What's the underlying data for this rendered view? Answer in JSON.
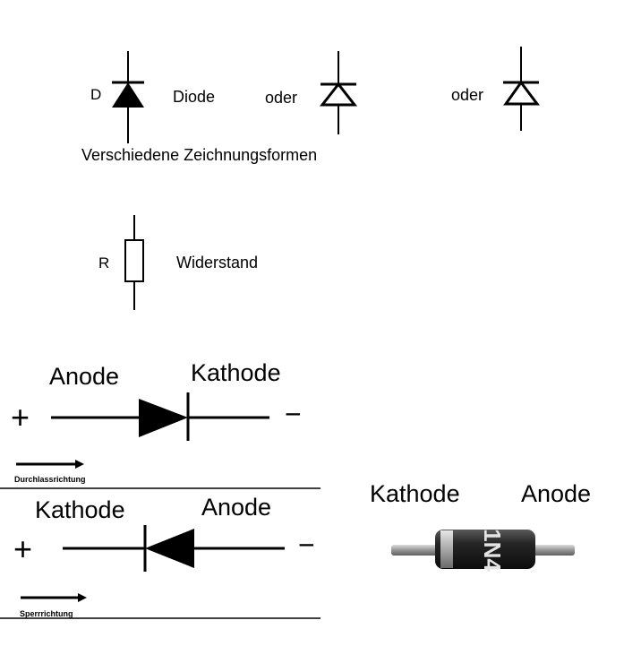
{
  "symbols": {
    "diode_ref": "D",
    "diode_label": "Diode",
    "or_1": "oder",
    "or_2": "oder",
    "forms_caption": "Verschiedene Zeichnungsformen",
    "resistor_ref": "R",
    "resistor_label": "Widerstand"
  },
  "forward": {
    "anode": "Anode",
    "cathode": "Kathode",
    "plus": "+",
    "minus": "−",
    "direction": "Durchlassrichtung"
  },
  "reverse": {
    "cathode": "Kathode",
    "anode": "Anode",
    "plus": "+",
    "minus": "−",
    "direction": "Sperrrichtung"
  },
  "photo": {
    "cathode": "Kathode",
    "anode": "Anode",
    "marking": "1N4"
  }
}
